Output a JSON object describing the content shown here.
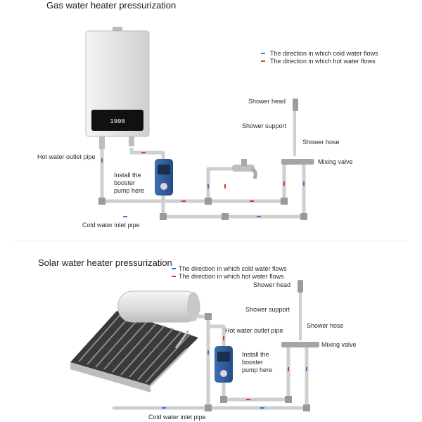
{
  "gas": {
    "title": "Gas water heater pressurization",
    "legend": {
      "cold": "The direction in which cold water flows",
      "hot": "The direction in which hot water flows"
    },
    "labels": {
      "shower_head": "Shower head",
      "shower_support": "Shower support",
      "shower_hose": "Shower hose",
      "mixing_valve": "Mixing valve",
      "hot_outlet": "Hot water outlet pipe",
      "install": "Install the\nbooster\npump here",
      "cold_inlet": "Cold water inlet pipe"
    },
    "heater_display": "1908"
  },
  "solar": {
    "title": "Solar water heater pressurization",
    "legend": {
      "cold": "The direction in which cold water flows",
      "hot": "The direction in which hot water flows"
    },
    "labels": {
      "shower_head": "Shower head",
      "shower_support": "Shower support",
      "shower_hose": "Shower hose",
      "hot_outlet": "Hot water outlet pipe",
      "mixing_valve": "Mixing valve",
      "install": "Install the\nbooster\npump here",
      "cold_inlet": "Cold water inlet pipe"
    }
  },
  "colors": {
    "cold": "#2a7fd4",
    "hot": "#d63a2a",
    "pipe": "#cfcfcf",
    "pump_blue": "#2f5f9e"
  }
}
